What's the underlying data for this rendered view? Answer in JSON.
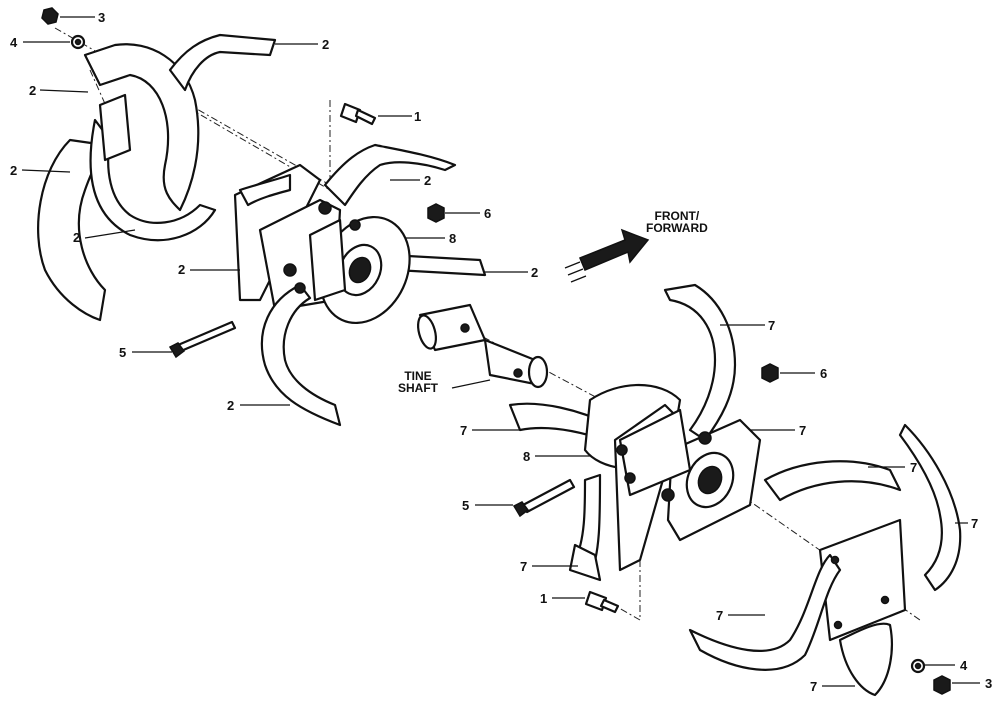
{
  "labels": {
    "front_forward": "FRONT/\nFORWARD",
    "tine_shaft": "TINE\nSHAFT"
  },
  "callouts": {
    "c1": "1",
    "c2": "2",
    "c3": "3",
    "c4": "4",
    "c5": "5",
    "c6": "6",
    "c7": "7",
    "c8": "8"
  },
  "colors": {
    "ink": "#111111",
    "paper": "#ffffff"
  }
}
